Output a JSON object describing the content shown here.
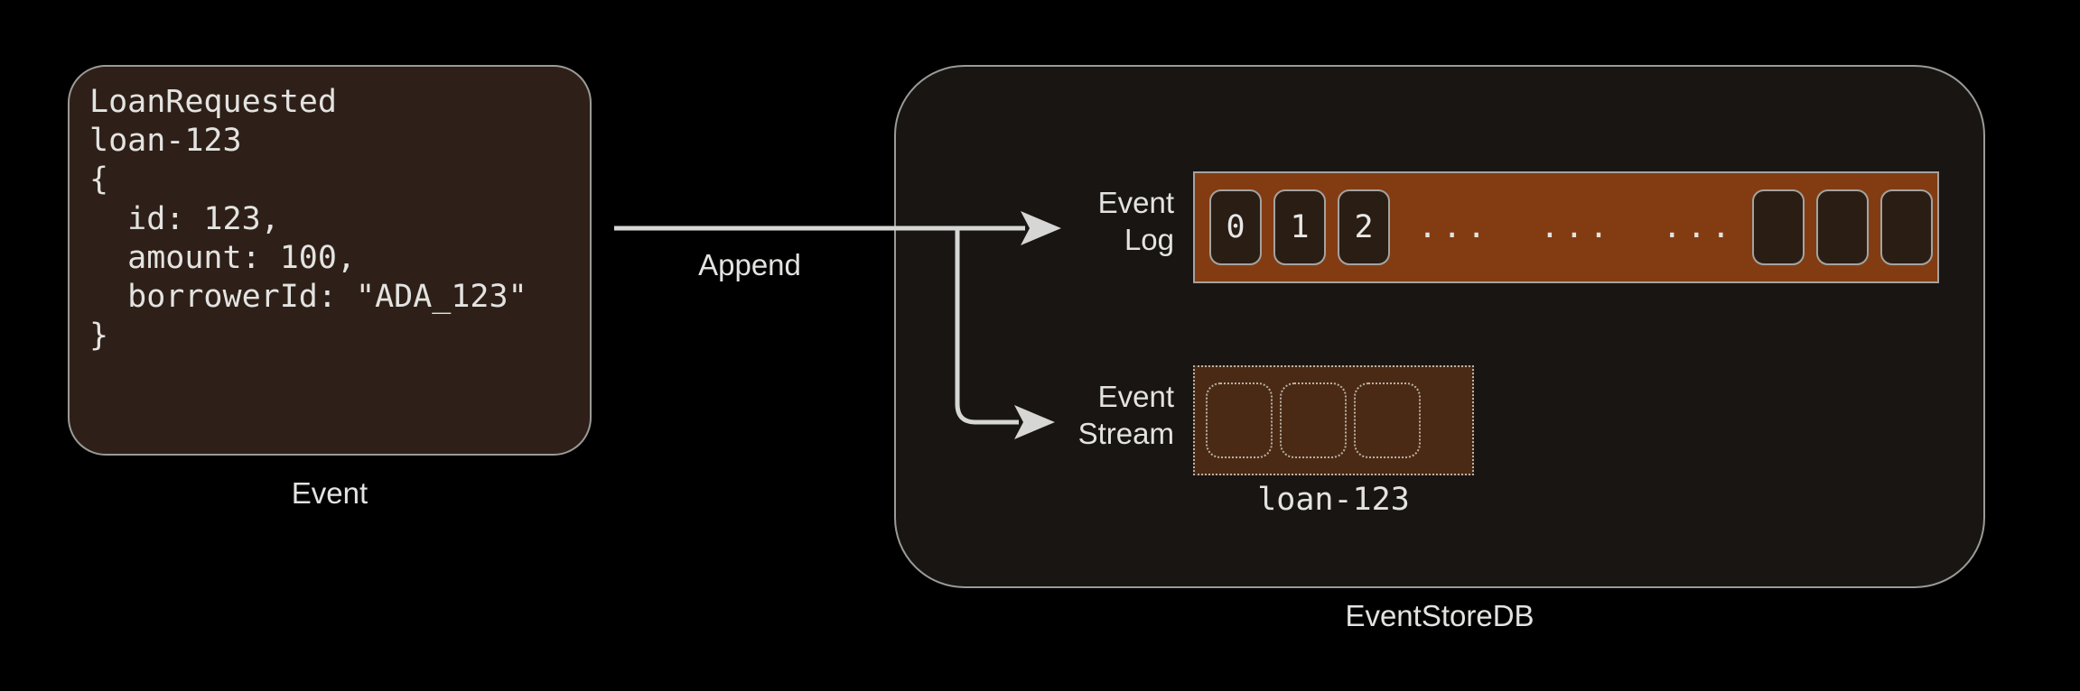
{
  "background_color": "#000000",
  "event_card": {
    "code_lines": "LoanRequested\nloan-123\n{\n  id: 123,\n  amount: 100,\n  borrowerId: \"ADA_123\"\n}",
    "caption": "Event",
    "fill_color": "#2e2018",
    "border_color": "#9a9a96"
  },
  "flow": {
    "append_label": "Append",
    "arrow_color": "#d6d6d4"
  },
  "store": {
    "caption": "EventStoreDB",
    "fill_color": "#191513",
    "border_color": "#9a9a96",
    "event_log": {
      "label": "Event\nLog",
      "band_color": "#833c12",
      "cell_color": "#2a1d14",
      "cells": [
        "0",
        "1",
        "2"
      ],
      "ellipsis": "...  ...  ...",
      "empty_cells": 3
    },
    "event_stream": {
      "label": "Event\nStream",
      "fill_color": "#4a2a14",
      "border_color": "#b9b2a8",
      "cells": 3,
      "stream_name": "loan-123"
    }
  }
}
